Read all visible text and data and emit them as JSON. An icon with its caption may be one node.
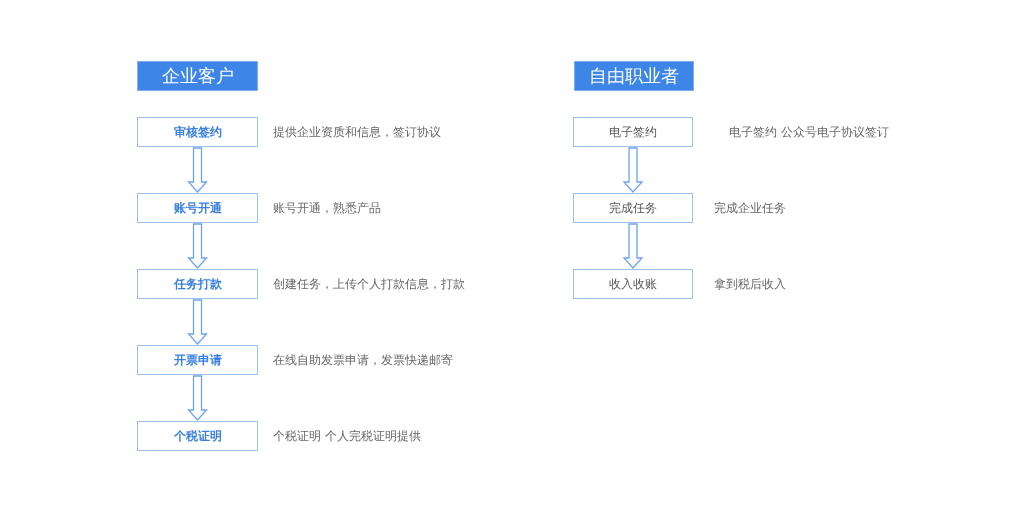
{
  "diagram": {
    "nodes": [
      {
        "text": [
          "企业客户"
        ]
      },
      {
        "text": [
          "审核签约"
        ],
        "beside": [
          "提供企业资质和信息，签订协议"
        ]
      },
      {
        "text": [
          "账号开通"
        ],
        "beside": [
          "账号开通，熟悉产品"
        ]
      },
      {
        "text": [
          "任务打款"
        ],
        "beside": [
          "创建任务，上传个人打款信息，打款"
        ]
      },
      {
        "text": [
          "开票申请"
        ],
        "beside": [
          "在线自助发票申请，发票快递邮寄"
        ]
      },
      {
        "text": [
          "个税证明"
        ],
        "beside": [
          "个税证明 个人完税证明提供"
        ]
      },
      {
        "text": [
          "自由职业者"
        ]
      },
      {
        "text": [
          "电子签约"
        ],
        "beside": [
          "电子签约 公众号电子协议签订"
        ]
      },
      {
        "text": [
          "完成任务"
        ],
        "beside": [
          "完成企业任务"
        ]
      },
      {
        "text": [
          "收入收账"
        ],
        "beside": [
          "拿到税后收入"
        ]
      }
    ],
    "edges": [
      {
        "from": 1,
        "to": 2,
        "arrow": "to"
      },
      {
        "from": 2,
        "to": 3,
        "arrow": "to"
      },
      {
        "from": 3,
        "to": 4,
        "arrow": "to"
      },
      {
        "from": 4,
        "to": 5,
        "arrow": "to"
      },
      {
        "from": 7,
        "to": 8,
        "arrow": "to"
      },
      {
        "from": 8,
        "to": 9,
        "arrow": "to"
      }
    ]
  }
}
